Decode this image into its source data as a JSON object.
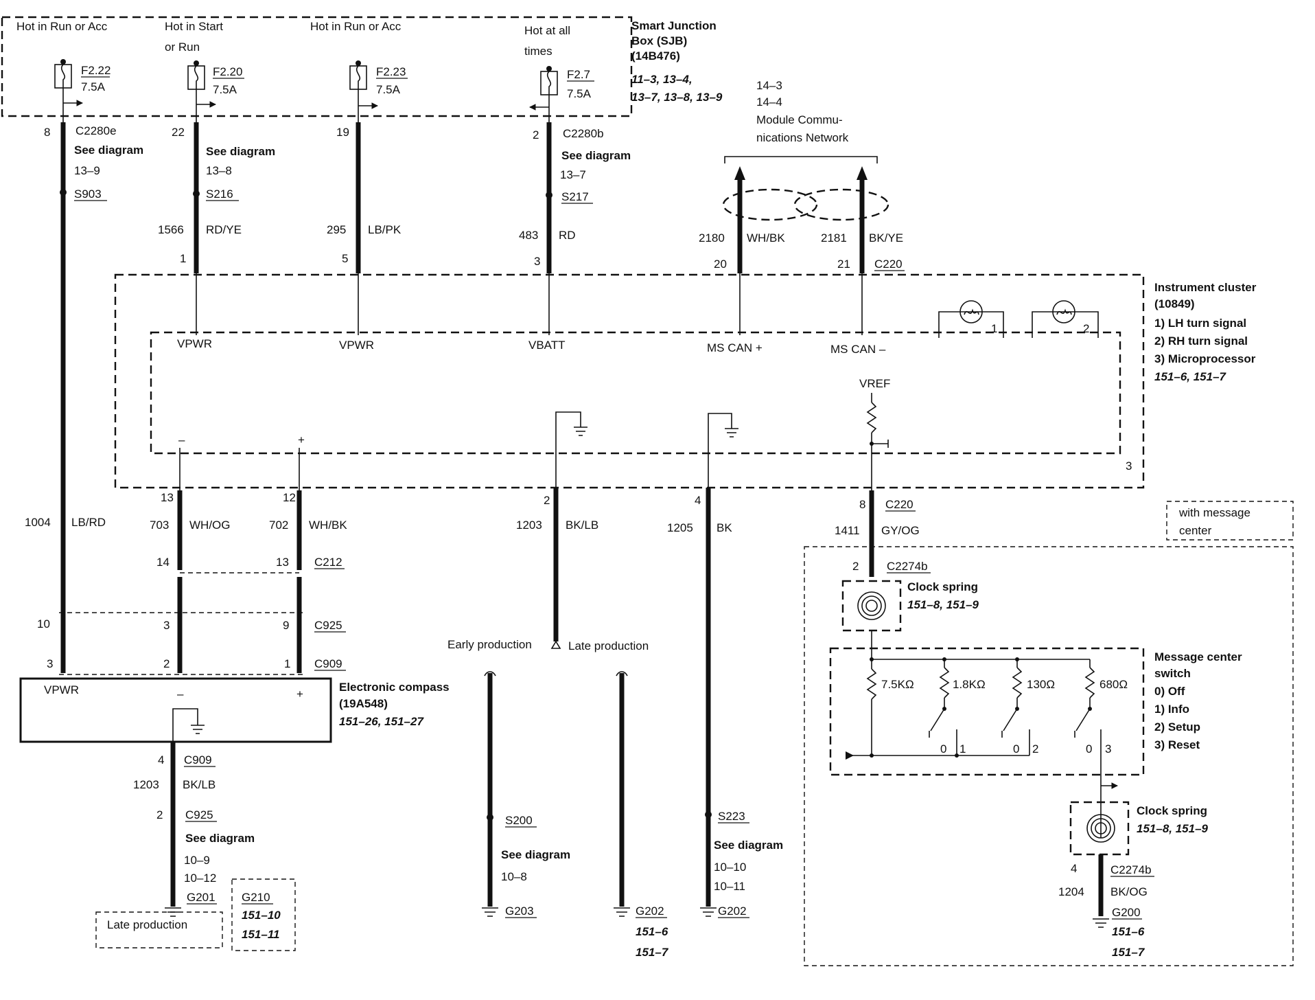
{
  "sjb": {
    "title_line1": "Smart Junction",
    "title_line2": "Box (SJB)",
    "part": "(14B476)",
    "refs_line1": "11–3, 13–4,",
    "refs_line2": "13–7, 13–8, 13–9"
  },
  "fuses": [
    {
      "hot": "Hot in Run or Acc",
      "hot2": "",
      "name": "F2.22",
      "rating": "7.5A"
    },
    {
      "hot": "Hot in Start",
      "hot2": "or Run",
      "name": "F2.20",
      "rating": "7.5A"
    },
    {
      "hot": "Hot in Run or Acc",
      "hot2": "",
      "name": "F2.23",
      "rating": "7.5A"
    },
    {
      "hot": "Hot at all",
      "hot2": "times",
      "name": "F2.7",
      "rating": "7.5A"
    }
  ],
  "feeds": [
    {
      "pin": "8",
      "connector": "C2280e",
      "see": "See diagram",
      "ref": "13–9",
      "splice": "S903",
      "circuit": "1004",
      "color": "LB/RD"
    },
    {
      "pin": "22",
      "see": "See diagram",
      "ref": "13–8",
      "splice": "S216",
      "circuit": "1566",
      "color": "RD/YE",
      "cluster_pin": "1"
    },
    {
      "pin": "19",
      "circuit": "295",
      "color": "LB/PK",
      "cluster_pin": "5"
    },
    {
      "pin": "2",
      "connector": "C2280b",
      "see": "See diagram",
      "ref": "13–7",
      "splice": "S217",
      "circuit": "483",
      "color": "RD",
      "cluster_pin": "3"
    }
  ],
  "network": {
    "ref1": "14–3",
    "ref2": "14–4",
    "label1": "Module Commu-",
    "label2": "nications Network",
    "wire1_circuit": "2180",
    "wire1_color": "WH/BK",
    "wire1_pin": "20",
    "wire2_circuit": "2181",
    "wire2_color": "BK/YE",
    "wire2_pin": "21",
    "connector": "C220"
  },
  "cluster": {
    "title": "Instrument cluster",
    "part": "(10849)",
    "items": [
      "1)  LH turn signal",
      "2)  RH turn signal",
      "3)  Microprocessor"
    ],
    "refs": "151–6, 151–7",
    "lamp1": "1",
    "lamp2": "2",
    "inner": "3",
    "pins": [
      "VPWR",
      "VPWR",
      "VBATT",
      "MS CAN +",
      "MS CAN –"
    ],
    "vref": "VREF",
    "minus": "–",
    "plus": "+"
  },
  "compass_wires": {
    "minus_pin": "13",
    "minus_circuit": "703",
    "minus_color": "WH/OG",
    "plus_pin": "12",
    "plus_circuit": "702",
    "plus_color": "WH/BK",
    "c212_pin_a": "14",
    "c212_pin_b": "13",
    "c212": "C212",
    "c925_pins": [
      "10",
      "3",
      "9"
    ],
    "c925": "C925",
    "c909_pins": [
      "3",
      "2",
      "1"
    ],
    "c909": "C909"
  },
  "compass": {
    "title_line1": "Electronic compass",
    "part": "(19A548)",
    "refs": "151–26, 151–27",
    "vpwr": "VPWR",
    "minus": "–",
    "plus": "+"
  },
  "compass_ground": {
    "pin1": "4",
    "conn1": "C909",
    "circuit": "1203",
    "color": "BK/LB",
    "pin2": "2",
    "conn2": "C925",
    "see": "See diagram",
    "ref1": "10–9",
    "ref2": "10–12",
    "ground": "G201",
    "late": "Late production",
    "alt_ground": "G210",
    "alt_ref1": "151–10",
    "alt_ref2": "151–11"
  },
  "gnd_left": {
    "pin": "2",
    "circuit": "1203",
    "color": "BK/LB",
    "early": "Early production",
    "late": "Late production",
    "splice": "S200",
    "see": "See diagram",
    "ref": "10–8",
    "ground": "G203",
    "ground2": "G202",
    "ground2_ref1": "151–6",
    "ground2_ref2": "151–7"
  },
  "gnd_right": {
    "pin": "4",
    "circuit": "1205",
    "color": "BK",
    "splice": "S223",
    "see": "See diagram",
    "ref1": "10–10",
    "ref2": "10–11",
    "ground": "G202"
  },
  "message": {
    "with_line1": "with message",
    "with_line2": "center",
    "pin": "8",
    "conn": "C220",
    "circuit": "1411",
    "color": "GY/OG",
    "clock_pin": "2",
    "clock_conn": "C2274b",
    "clock_title": "Clock spring",
    "clock_refs": "151–8, 151–9",
    "switch_title1": "Message center",
    "switch_title2": "switch",
    "switch_items": [
      "0)   Off",
      "1)   Info",
      "2)   Setup",
      "3)   Reset"
    ],
    "resistors": [
      "7.5KΩ",
      "1.8KΩ",
      "130Ω",
      "680Ω"
    ],
    "contacts": [
      "0",
      "1",
      "0",
      "2",
      "0",
      "3"
    ],
    "clock2_title": "Clock spring",
    "clock2_refs": "151–8, 151–9",
    "g_pin": "4",
    "g_conn": "C2274b",
    "g_circuit": "1204",
    "g_color": "BK/OG",
    "ground": "G200",
    "g_ref1": "151–6",
    "g_ref2": "151–7"
  }
}
